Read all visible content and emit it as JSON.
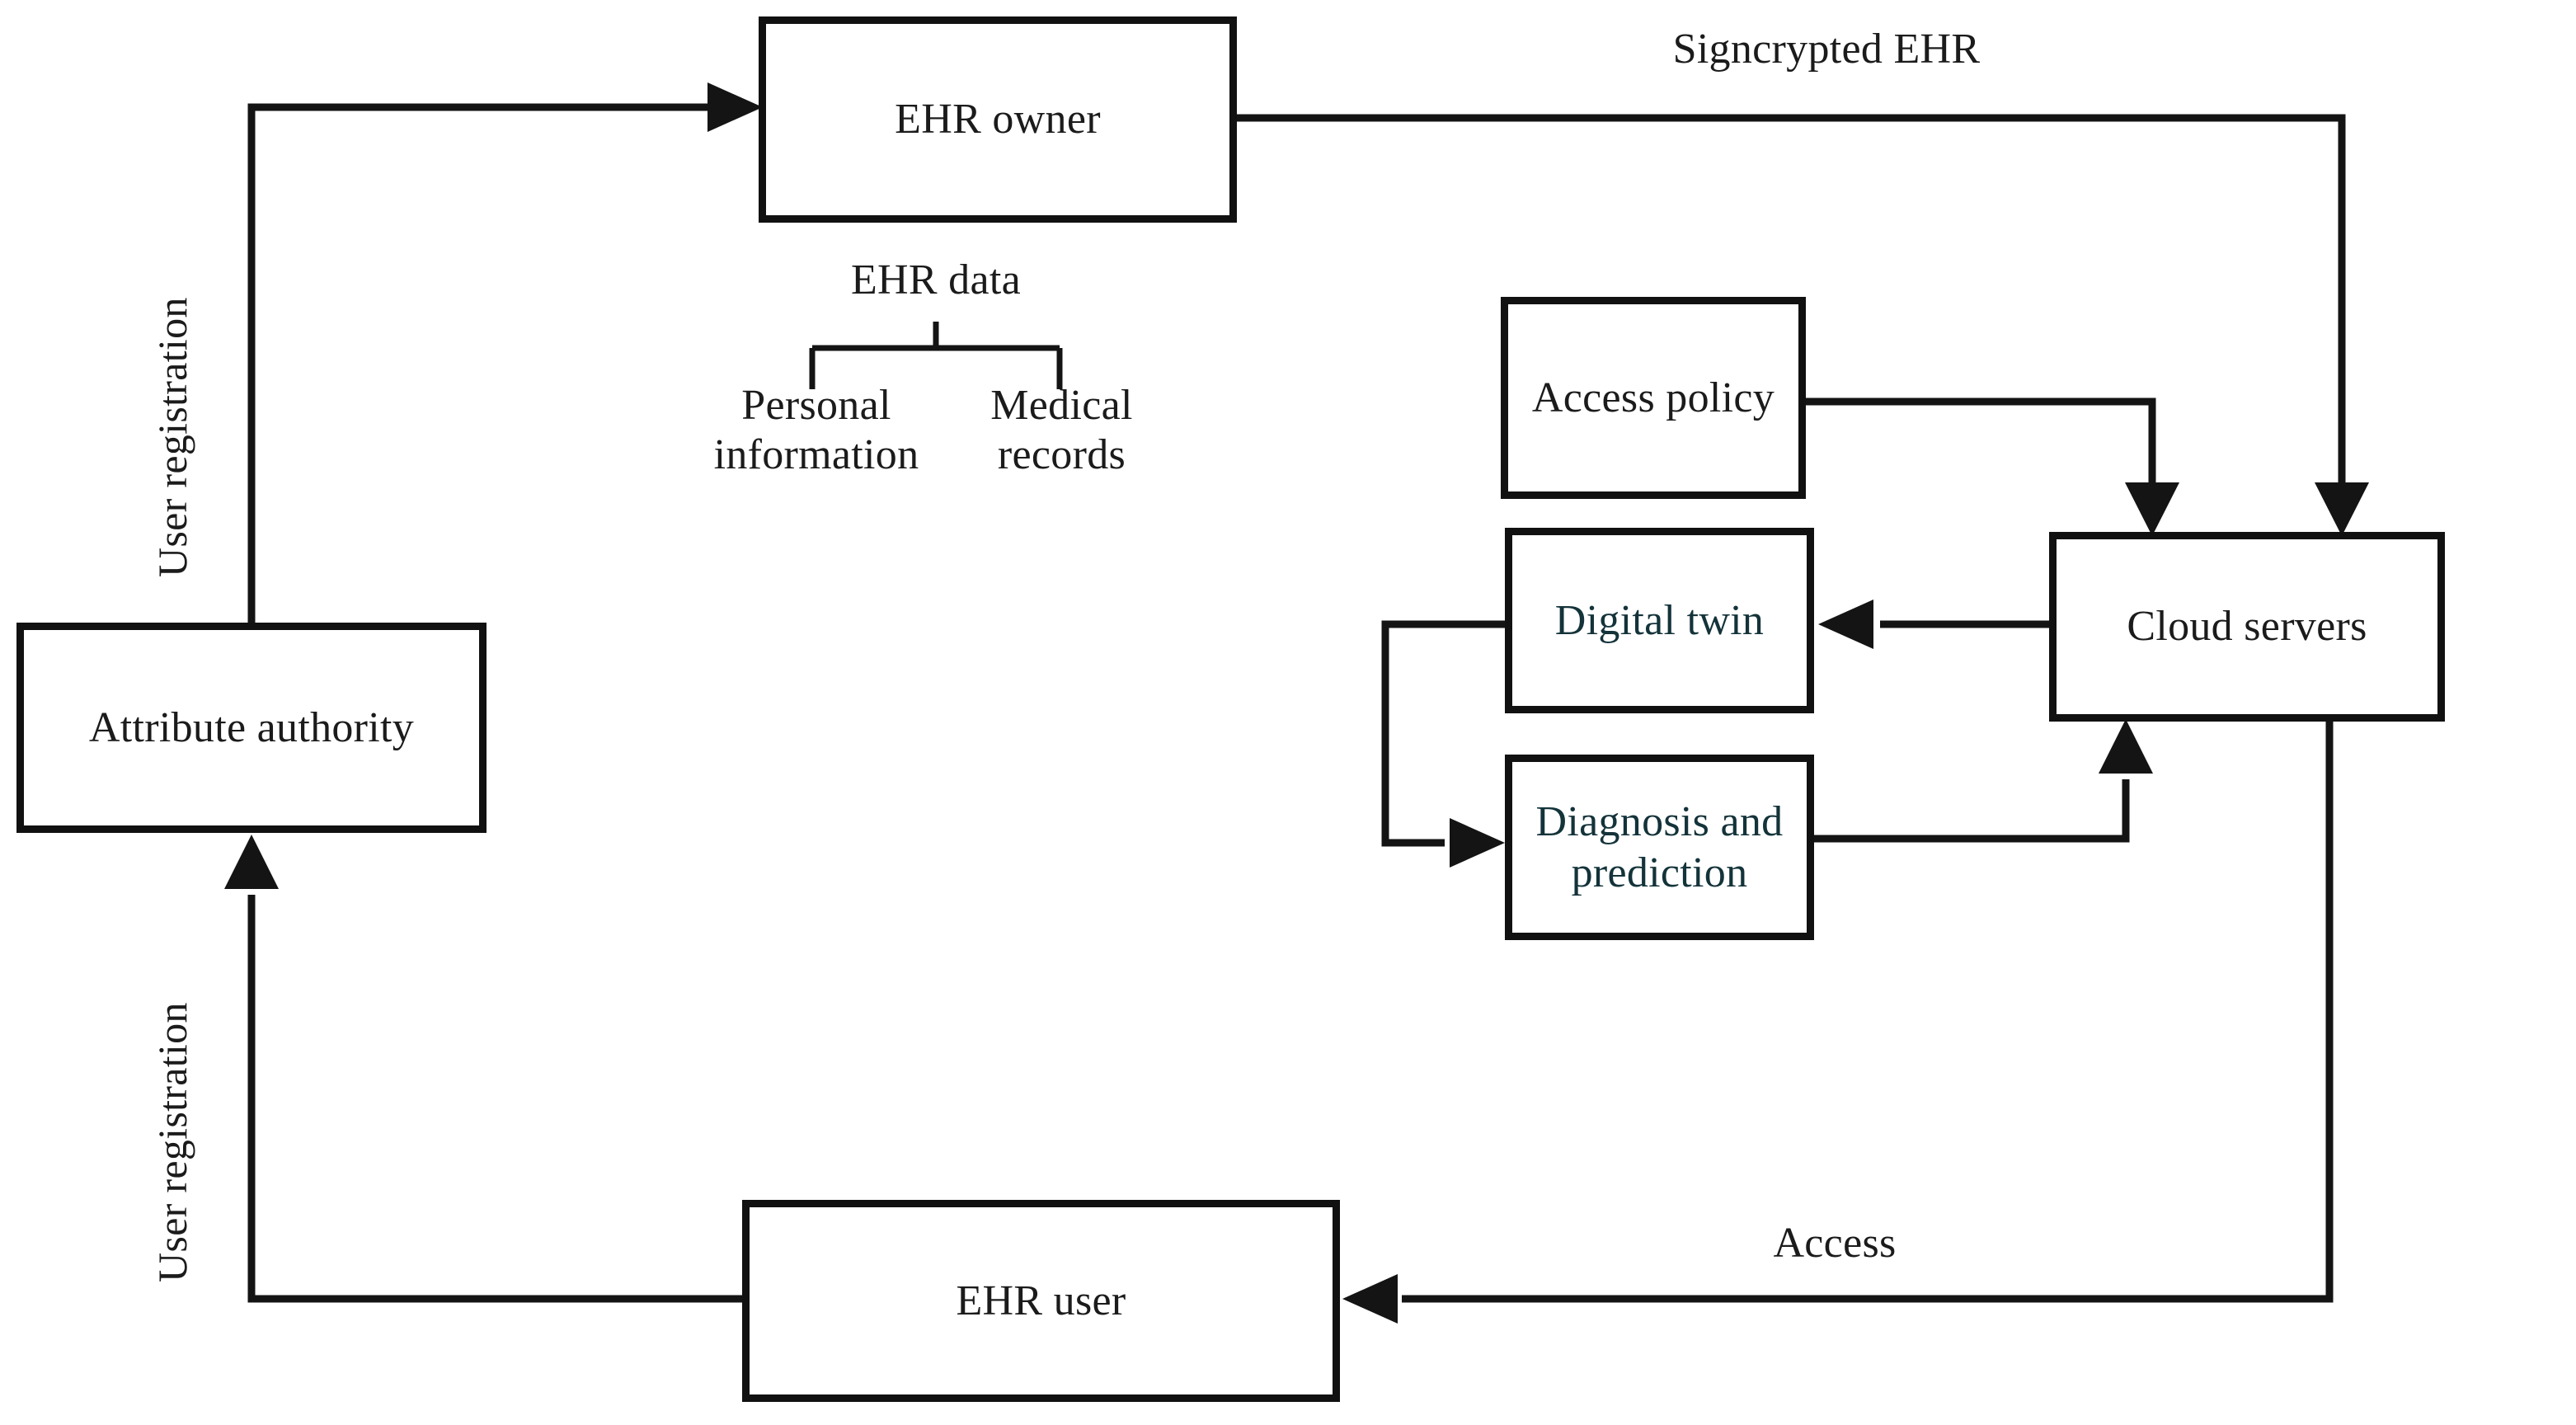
{
  "diagram": {
    "title": "EHR signcryption and digital twin cloud architecture",
    "background_color": "#ffffff",
    "line_color": "#141414",
    "text_color": "#1b1b1b",
    "accent_text_color": "#14333a"
  },
  "nodes": {
    "ehr_owner": {
      "label": "EHR owner"
    },
    "attribute_authority": {
      "label": "Attribute\nauthority"
    },
    "access_policy": {
      "label": "Access policy"
    },
    "digital_twin": {
      "label": "Digital twin"
    },
    "diagnosis_prediction": {
      "label": "Diagnosis\nand prediction"
    },
    "cloud_servers": {
      "label": "Cloud servers"
    },
    "ehr_user": {
      "label": "EHR user"
    }
  },
  "tree": {
    "root_label": "EHR data",
    "children": [
      {
        "label": "Personal\ninformation"
      },
      {
        "label": "Medical\nrecords"
      }
    ]
  },
  "edge_labels": {
    "signcrypted_ehr": "Signcrypted EHR",
    "access": "Access",
    "user_registration_top": "User registration",
    "user_registration_bottom": "User registration"
  },
  "edges": [
    {
      "from": "attribute_authority",
      "to": "ehr_owner",
      "label": "User registration"
    },
    {
      "from": "ehr_owner",
      "to": "cloud_servers",
      "label": "Signcrypted EHR"
    },
    {
      "from": "access_policy",
      "to": "cloud_servers",
      "label": ""
    },
    {
      "from": "cloud_servers",
      "to": "digital_twin",
      "label": ""
    },
    {
      "from": "digital_twin",
      "to": "diagnosis_prediction",
      "label": ""
    },
    {
      "from": "diagnosis_prediction",
      "to": "cloud_servers",
      "label": ""
    },
    {
      "from": "cloud_servers",
      "to": "ehr_user",
      "label": "Access"
    },
    {
      "from": "ehr_user",
      "to": "attribute_authority",
      "label": "User registration"
    }
  ]
}
